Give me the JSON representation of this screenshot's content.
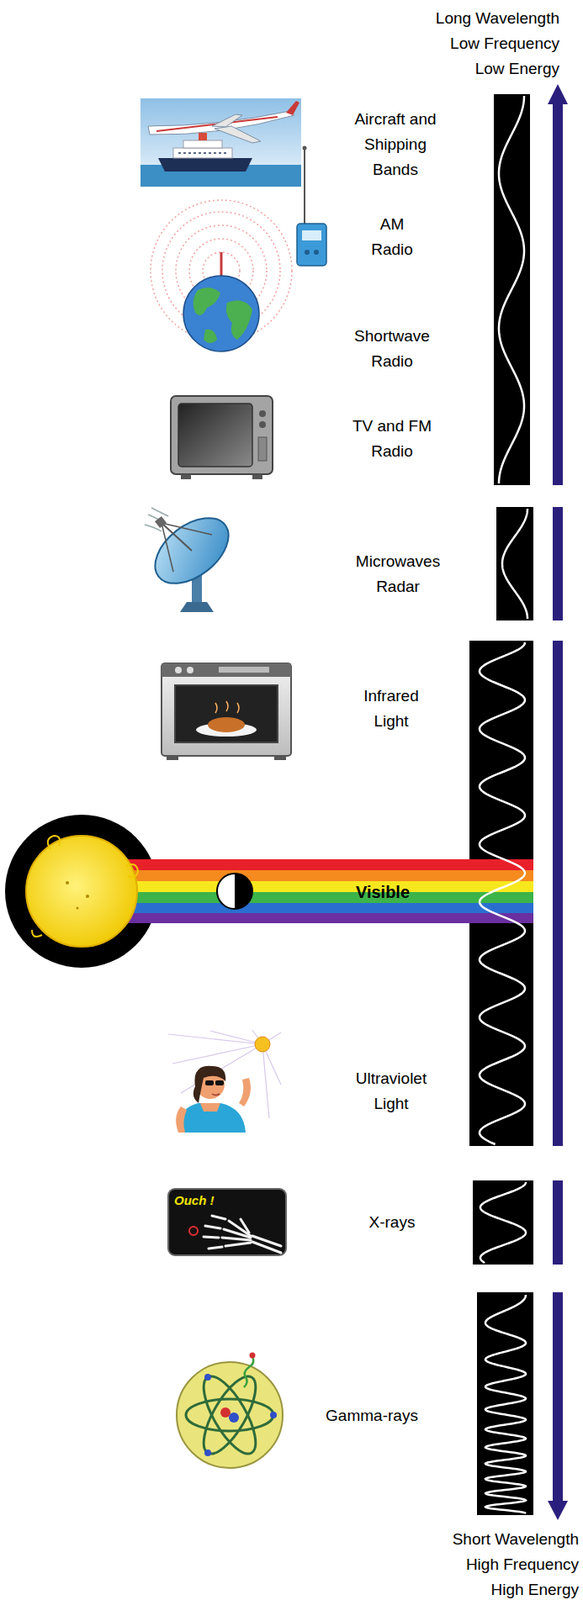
{
  "diagram": {
    "labels": [
      "Long Wavelength Low Frequency Low Energy",
      "Aircraft and Shipping Bands",
      "AM Radio",
      "Shortwave Radio",
      "TV and FM Radio",
      "Microwaves Radar",
      "Infrared Light",
      "Visible",
      "Ultraviolet Light",
      "Ouch !",
      "X-rays",
      "Gamma-rays",
      "Short Wavelength High Frequency High Energy"
    ]
  }
}
